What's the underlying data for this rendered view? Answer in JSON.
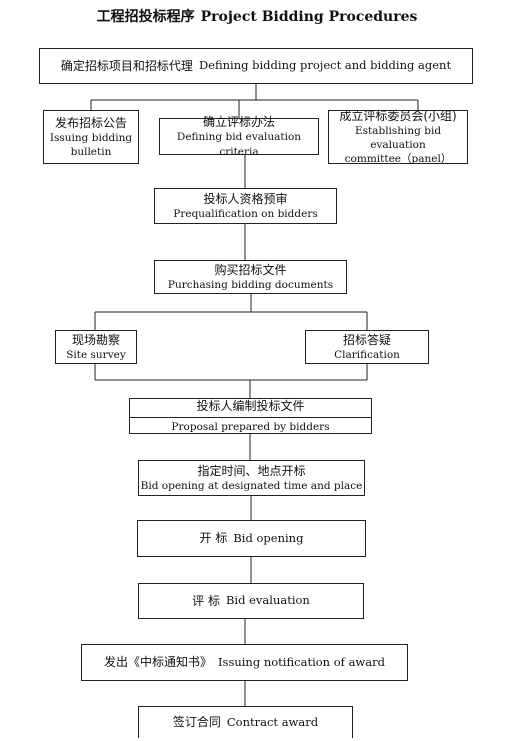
{
  "title": {
    "zh": "工程招投标程序",
    "en": "Project Bidding Procedures"
  },
  "steps": {
    "define": {
      "zh": "确定招标项目和招标代理",
      "en": "Defining bidding project and bidding agent"
    },
    "bulletin": {
      "zh": "发布招标公告",
      "en_line1": "Issuing bidding",
      "en_line2": "bulletin"
    },
    "criteria": {
      "zh": "确立评标办法",
      "en": "Defining bid evaluation criteria"
    },
    "committee": {
      "zh": "成立评标委员会(小组)",
      "en_line1": "Establishing bid evaluation",
      "en_line2": "committee（panel）"
    },
    "prequal": {
      "zh": "投标人资格预审",
      "en": "Prequalification on bidders"
    },
    "purchase": {
      "zh": "购买招标文件",
      "en": "Purchasing bidding documents"
    },
    "survey": {
      "zh": "现场勘察",
      "en": "Site survey"
    },
    "clarify": {
      "zh": "招标答疑",
      "en": "Clarification"
    },
    "proposal": {
      "zh": "投标人编制投标文件",
      "en": "Proposal prepared by bidders"
    },
    "designated": {
      "zh": "指定时间、地点开标",
      "en": "Bid opening at designated time and place"
    },
    "opening": {
      "zh": "开 标",
      "en": "Bid opening"
    },
    "evaluation": {
      "zh": "评 标",
      "en": "Bid evaluation"
    },
    "notification": {
      "zh": "发出《中标通知书》",
      "en": "Issuing notification of award"
    },
    "contract": {
      "zh": "签订合同",
      "en": "Contract award"
    }
  }
}
